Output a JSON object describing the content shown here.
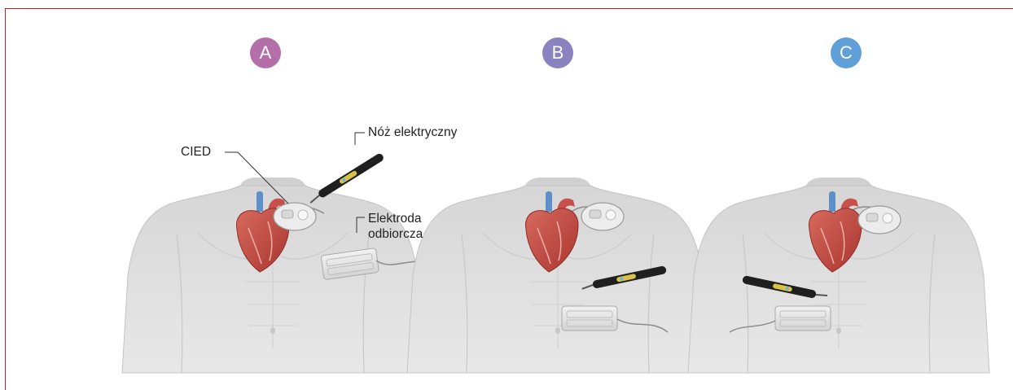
{
  "panels": [
    {
      "badge": "A",
      "color": "#b46ea8"
    },
    {
      "badge": "B",
      "color": "#8a83c0"
    },
    {
      "badge": "C",
      "color": "#5fa0d8"
    }
  ],
  "labels": {
    "cied": "CIED",
    "knife": "Nóż elektryczny",
    "electrode_line1": "Elektroda",
    "electrode_line2": "odbiorcza"
  },
  "colors": {
    "frame": "#b3262b",
    "skin": "#dcdcdc",
    "heart": "#c9504a",
    "vessel_blue": "#5f8fc8",
    "device": "#e6e6e6",
    "pen": "#1f1f1f"
  }
}
